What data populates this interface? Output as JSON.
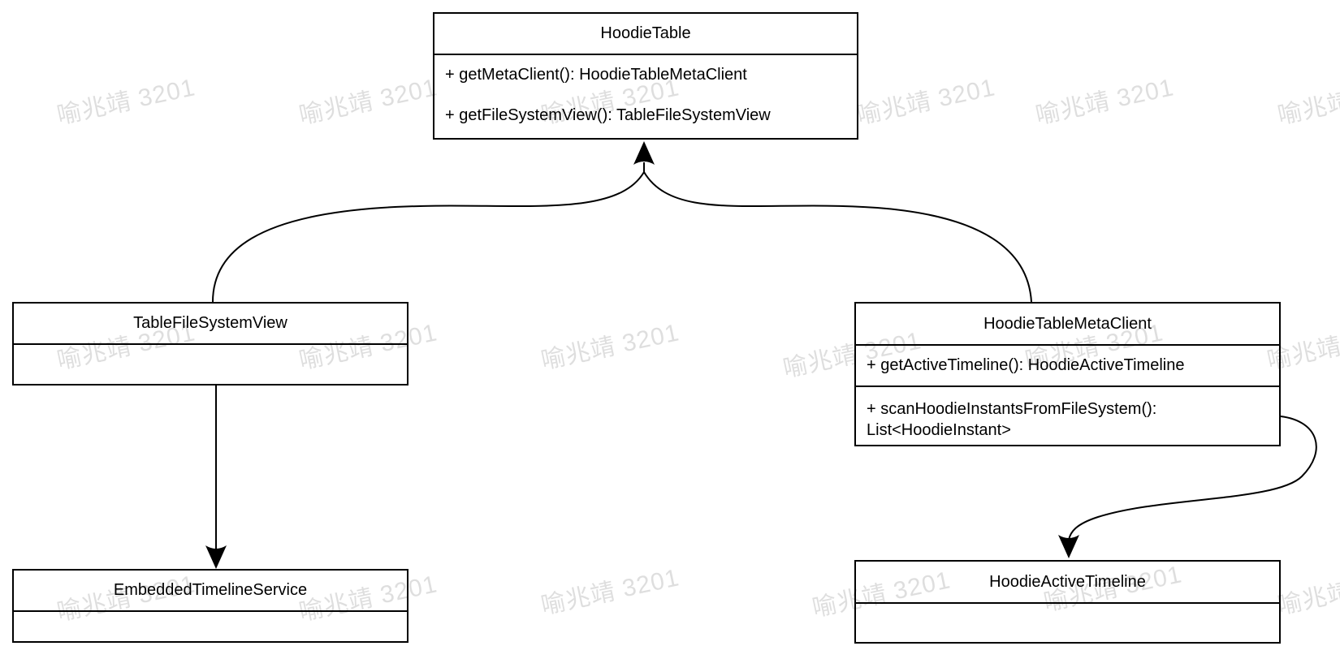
{
  "diagram": {
    "type": "uml-class-diagram",
    "classes": [
      {
        "name": "HoodieTable",
        "methods": [
          "+ getMetaClient(): HoodieTableMetaClient",
          "+ getFileSystemView(): TableFileSystemView"
        ]
      },
      {
        "name": "TableFileSystemView",
        "methods": []
      },
      {
        "name": "HoodieTableMetaClient",
        "methods": [
          "+ getActiveTimeline(): HoodieActiveTimeline",
          "+ scanHoodieInstantsFromFileSystem(): List<HoodieInstant>"
        ]
      },
      {
        "name": "EmbeddedTimelineService",
        "methods": []
      },
      {
        "name": "HoodieActiveTimeline",
        "methods": []
      }
    ],
    "relations": [
      {
        "from": "TableFileSystemView",
        "to": "HoodieTable",
        "style": "curved-arrow"
      },
      {
        "from": "HoodieTableMetaClient",
        "to": "HoodieTable",
        "style": "curved-arrow"
      },
      {
        "from": "TableFileSystemView",
        "to": "EmbeddedTimelineService",
        "style": "straight-arrow"
      },
      {
        "from": "HoodieTableMetaClient",
        "to": "HoodieActiveTimeline",
        "style": "curved-arrow"
      }
    ],
    "colors": {
      "stroke": "#000000",
      "fill": "#ffffff",
      "text": "#000000",
      "watermark": "rgba(0,0,0,0.13)"
    }
  },
  "watermark": {
    "text": "喻兆靖 3201"
  }
}
